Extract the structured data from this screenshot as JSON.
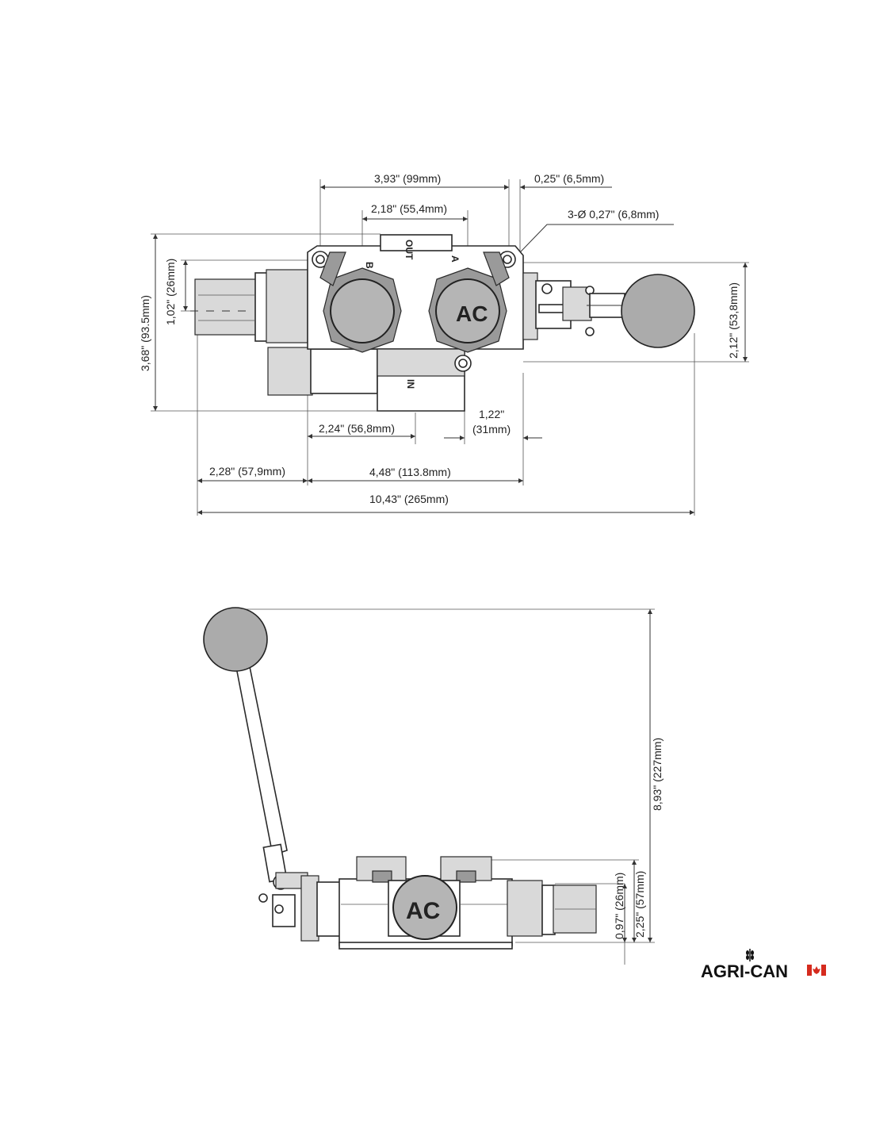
{
  "top_view": {
    "width_body": "3,93\" (99mm)",
    "hole_offset": "0,25\" (6,5mm)",
    "port_spacing": "2,18\" (55,4mm)",
    "mount_holes": "3-Ø 0,27\" (6,8mm)",
    "total_height": "3,68\" (93.5mm)",
    "port_center_height": "1,02\" (26mm)",
    "handle_height": "2,12\" (53,8mm)",
    "in_port_offset": "2,24\" (56,8mm)",
    "end_offset_line1": "1,22\"",
    "end_offset_line2": "(31mm)",
    "spool_extension": "2,28\" (57,9mm)",
    "body_length": "4,48\" (113.8mm)",
    "overall_length": "10,43\" (265mm)",
    "port_label_out": "OUT",
    "port_label_in": "IN",
    "port_label_a": "A",
    "port_label_b": "B"
  },
  "side_view": {
    "lever_height": "8,93\" (227mm)",
    "port_height": "0,97\" (26mm)",
    "body_height": "2,25\" (57mm)"
  },
  "logo": {
    "text": "AGRI-CAN"
  },
  "colors": {
    "line": "#333333",
    "ball": "#ababab",
    "flag_red": "#d52b1e"
  }
}
